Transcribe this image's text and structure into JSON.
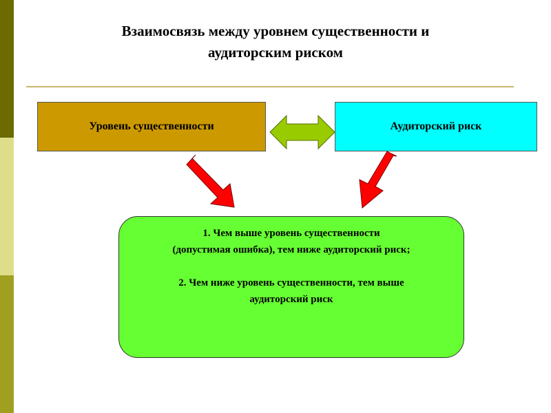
{
  "title": {
    "line1": "Взаимосвязь между уровнем существенности и",
    "line2": "аудиторским риском"
  },
  "boxes": {
    "materiality": "Уровень существенности",
    "audit_risk": "Аудиторский риск"
  },
  "result": {
    "item1_line1": "1. Чем выше уровень существенности",
    "item1_line2": "(допустимая ошибка), тем ниже аудиторский риск;",
    "item2_line1": "2. Чем ниже уровень существенности, тем выше",
    "item2_line2": "аудиторский риск"
  },
  "colors": {
    "sidebar_dark": "#6b6b00",
    "sidebar_light": "#dede8a",
    "sidebar_mid": "#a0a020",
    "materiality_box": "#cc9900",
    "risk_box": "#00ffff",
    "result_box": "#66ff33",
    "double_arrow": "#99cc00",
    "red_arrows": "#ff0000"
  }
}
